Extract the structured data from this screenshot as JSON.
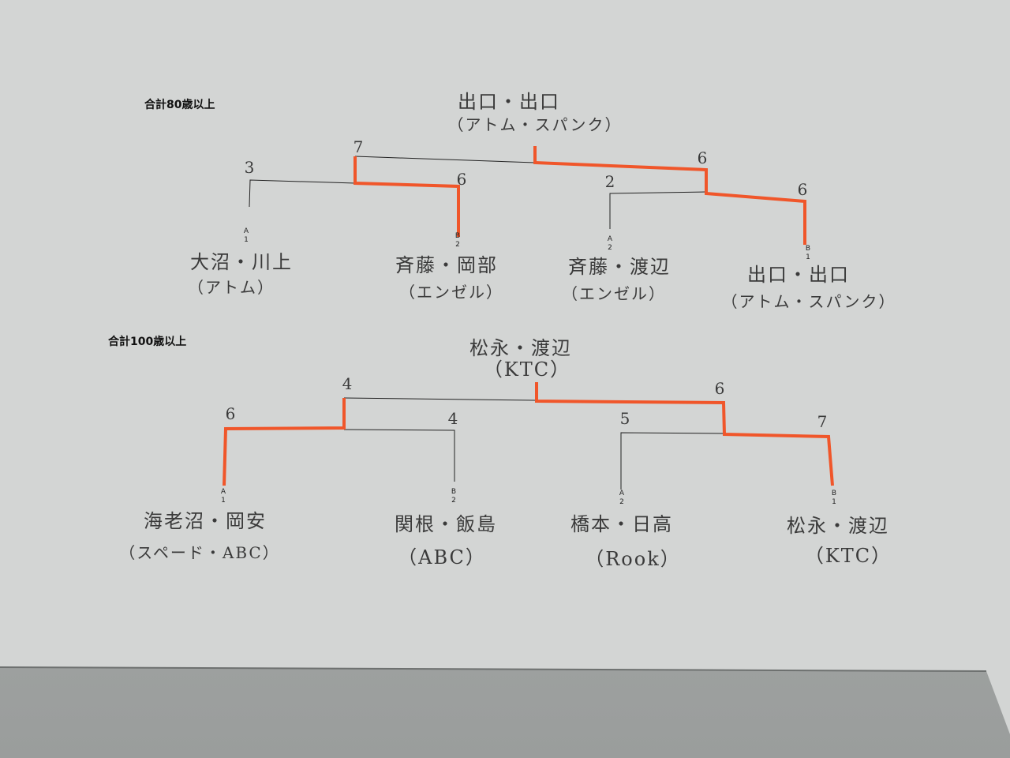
{
  "brackets": [
    {
      "title": "合計80歳以上",
      "winner": {
        "names": "出口・出口",
        "team": "（アトム・スパンク）"
      },
      "semi_scores": {
        "left": "7",
        "right": "6"
      },
      "teams": [
        {
          "seed_letter": "A",
          "seed_num": "1",
          "names": "大沼・川上",
          "team": "（アトム）",
          "score": "3"
        },
        {
          "seed_letter": "B",
          "seed_num": "2",
          "names": "斉藤・岡部",
          "team": "（エンゼル）",
          "score": "6"
        },
        {
          "seed_letter": "A",
          "seed_num": "2",
          "names": "斉藤・渡辺",
          "team": "（エンゼル）",
          "score": "2"
        },
        {
          "seed_letter": "B",
          "seed_num": "1",
          "names": "出口・出口",
          "team": "（アトム・スパンク）",
          "score": "6"
        }
      ]
    },
    {
      "title": "合計100歳以上",
      "winner": {
        "names": "松永・渡辺",
        "team": "（KTC）"
      },
      "semi_scores": {
        "left": "4",
        "right": "6"
      },
      "teams": [
        {
          "seed_letter": "A",
          "seed_num": "1",
          "names": "海老沼・岡安",
          "team": "（スペード・ABC）",
          "score": "6"
        },
        {
          "seed_letter": "B",
          "seed_num": "2",
          "names": "関根・飯島",
          "team": "（ABC）",
          "score": "4"
        },
        {
          "seed_letter": "A",
          "seed_num": "2",
          "names": "橋本・日高",
          "team": "（Rook）",
          "score": "5"
        },
        {
          "seed_letter": "B",
          "seed_num": "1",
          "names": "松永・渡辺",
          "team": "（KTC）",
          "score": "7"
        }
      ]
    }
  ],
  "colors": {
    "paper": "#d6d8d7",
    "winner_line": "#f0562a",
    "line": "#222222"
  }
}
